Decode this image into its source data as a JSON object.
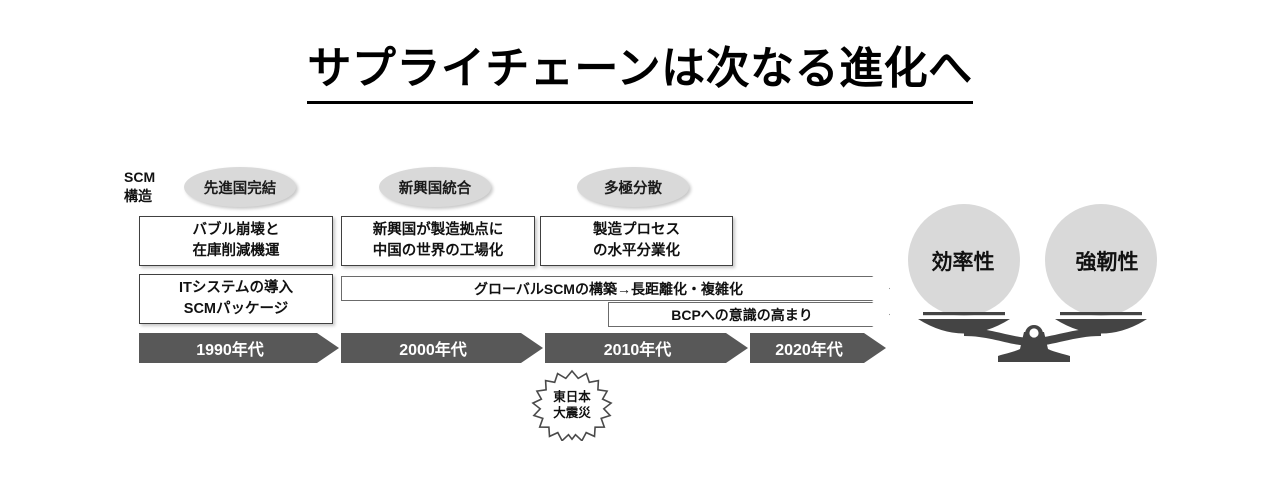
{
  "title": {
    "text": "サプライチェーンは次なる進化へ",
    "underline_color": "#000000"
  },
  "axis_label": {
    "line1": "SCM",
    "line2": "構造"
  },
  "phases": [
    {
      "label": "先進国完結"
    },
    {
      "label": "新興国統合"
    },
    {
      "label": "多極分散"
    }
  ],
  "content_boxes_row1": [
    {
      "line1": "バブル崩壊と",
      "line2": "在庫削減機運"
    },
    {
      "line1": "新興国が製造拠点に",
      "line2": "中国の世界の工場化"
    },
    {
      "line1": "製造プロセス",
      "line2": "の水平分業化"
    }
  ],
  "content_boxes_row2": [
    {
      "line1": "ITシステムの導入",
      "line2": "SCMパッケージ"
    }
  ],
  "arrow_bands": [
    {
      "label": "グローバルSCMの構築→長距離化・複雑化"
    },
    {
      "label": "BCPへの意識の高まり"
    }
  ],
  "timeline": [
    {
      "label": "1990年代"
    },
    {
      "label": "2000年代"
    },
    {
      "label": "2010年代"
    },
    {
      "label": "2020年代"
    }
  ],
  "event_burst": {
    "line1": "東日本",
    "line2": "大震災"
  },
  "balance_scale": {
    "left_pan": "効率性",
    "right_pan": "強靭性"
  },
  "colors": {
    "chevron_fill": "#585858",
    "ellipse_fill": "#d9d9d9",
    "scale_dark": "#444444",
    "scale_circle_fill": "#d9d9d9",
    "box_border": "#404040",
    "band_border": "#6b6b6b",
    "background": "#ffffff"
  }
}
